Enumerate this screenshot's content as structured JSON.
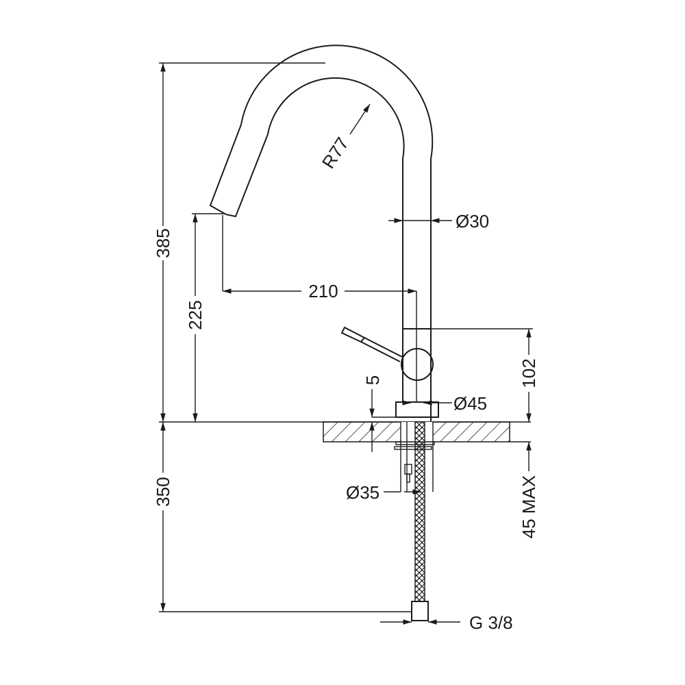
{
  "title": "Kitchen faucet dimension drawing",
  "dimensions": {
    "total_height": "385",
    "spout_height": "225",
    "spout_reach": "210",
    "spout_radius": "R77",
    "tube_diameter": "Ø30",
    "body_height": "102",
    "base_thickness": "5",
    "base_diameter": "Ø45",
    "shank_diameter": "Ø35",
    "hose_length": "350",
    "max_counter_thickness": "45 MAX",
    "connection": "G 3/8"
  },
  "colors": {
    "line": "#1a1a1a",
    "background": "#ffffff"
  }
}
